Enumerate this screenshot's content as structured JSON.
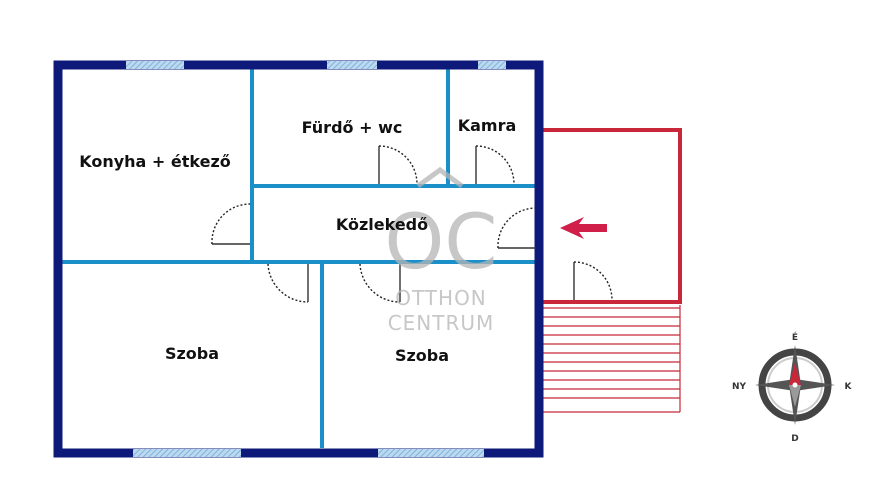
{
  "rooms": {
    "konyha": "Konyha + étkező",
    "furdo": "Fürdő + wc",
    "kamra": "Kamra",
    "kozlekedo": "Közlekedő",
    "szoba_left": "Szoba",
    "szoba_right": "Szoba"
  },
  "watermark": {
    "logo": "OC",
    "line1": "OTTHON",
    "line2": "CENTRUM"
  },
  "compass": {
    "north": "É",
    "south": "D",
    "east": "K",
    "west": "NY"
  },
  "colors": {
    "outer_wall": "#0e1a7a",
    "inner_wall": "#1a8fc8",
    "window": "#8fc0e6",
    "terrace": "#c8283a",
    "entry_arrow": "#d0204a",
    "watermark": "#b5b5b5"
  },
  "icons": {
    "entry": "entry-arrow-icon",
    "compass": "compass-icon"
  }
}
